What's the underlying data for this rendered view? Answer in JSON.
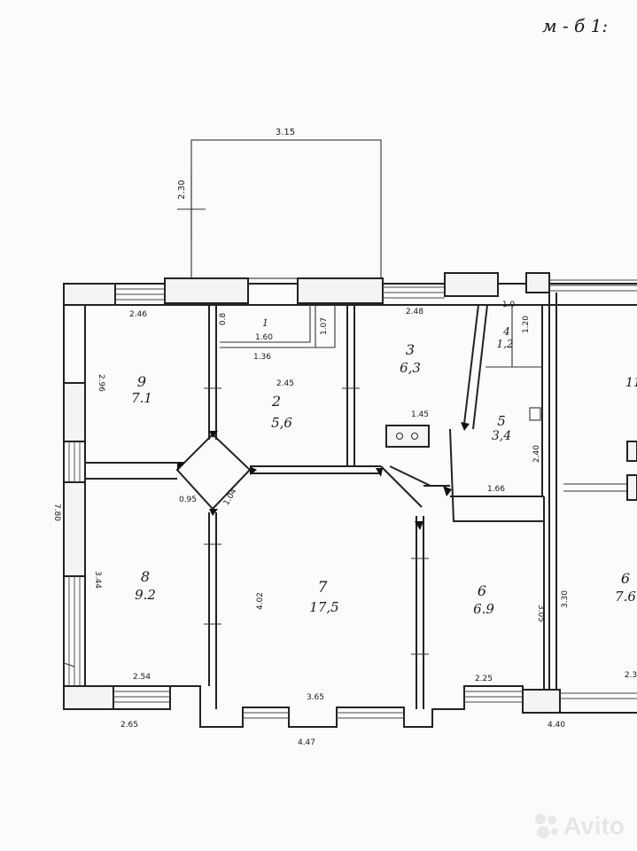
{
  "header_note": "м - б  1:",
  "rooms": [
    {
      "id": "r1",
      "number": "1",
      "area": ""
    },
    {
      "id": "r2",
      "number": "2",
      "area": "5,6"
    },
    {
      "id": "r3",
      "number": "3",
      "area": "6,3"
    },
    {
      "id": "r4",
      "number": "4",
      "area": "1,2"
    },
    {
      "id": "r5",
      "number": "5",
      "area": "3,4"
    },
    {
      "id": "r6",
      "number": "6",
      "area": "6.9"
    },
    {
      "id": "r6b",
      "number": "6",
      "area": "7.6"
    },
    {
      "id": "r7",
      "number": "7",
      "area": "17,5"
    },
    {
      "id": "r8",
      "number": "8",
      "area": "9.2"
    },
    {
      "id": "r9",
      "number": "9",
      "area": "7.1"
    },
    {
      "id": "r_edge",
      "number": "11",
      "area": ""
    }
  ],
  "dimensions": {
    "porch_width": "3.15",
    "porch_depth": "2.30",
    "room9_top": "2.46",
    "room9_side": "2.96",
    "room1_a": "0.8",
    "room1_b": "1.60",
    "room1_c": "1.36",
    "room1_d": "1.07",
    "room2_width": "2.45",
    "room3_top": "2.48",
    "room4_a": "1.0",
    "room4_b": "1.20",
    "room3_bottom": "1.45",
    "room5_side": "2.40",
    "room5_bottom": "1.66",
    "diag_a": "0.95",
    "diag_b": "1.04",
    "total_height": "7.80",
    "room8_side": "3.44",
    "room7_side": "4.02",
    "room6_side": "3.05",
    "room6b_side": "3.30",
    "room8_bottom": "2.54",
    "room7_bottom": "3.65",
    "room6_bottom": "2.25",
    "room6b_bottom": "2.3",
    "outer_left": "2.65",
    "outer_mid": "4.47",
    "outer_right": "4.40"
  },
  "watermark": "Avito"
}
